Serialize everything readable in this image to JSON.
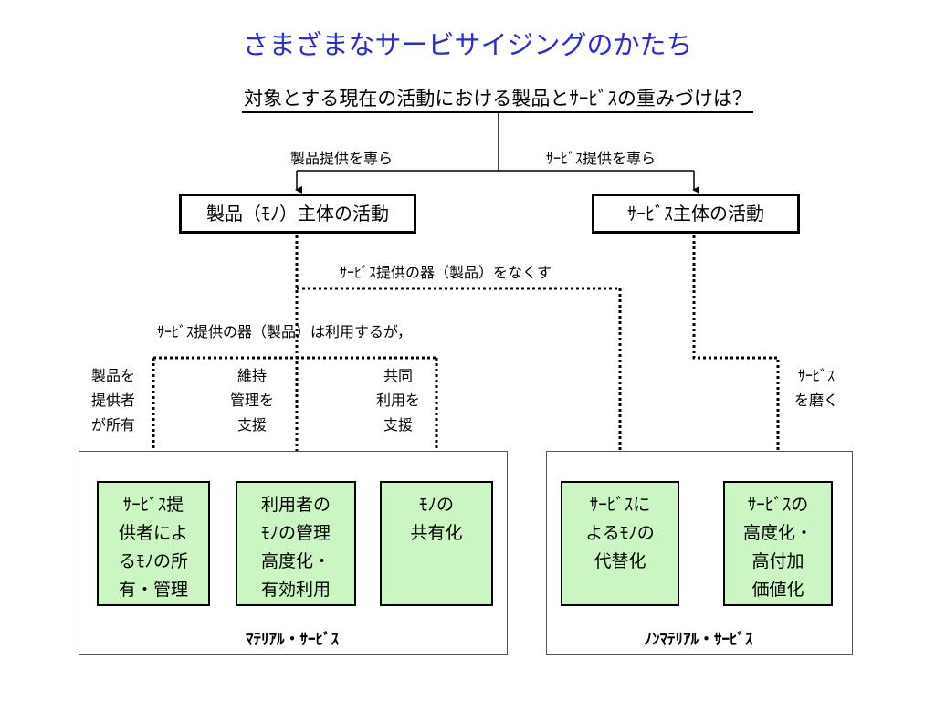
{
  "title": "さまざまなサービサイジングのかたち",
  "question": "対象とする現在の活動における製品とｻｰﾋﾞｽの重みづけは？",
  "branch_left_label": "製品提供を専ら",
  "branch_right_label": "ｻｰﾋﾞｽ提供を専ら",
  "product_activity": "製品（ﾓﾉ）主体の活動",
  "service_activity": "ｻｰﾋﾞｽ主体の活動",
  "remove_container_label": "ｻｰﾋﾞｽ提供の器（製品）をなくす",
  "use_container_label": "ｻｰﾋﾞｽ提供の器（製品）は利用するが，",
  "sub_labels": {
    "provider_owns": [
      "製品を",
      "提供者",
      "が所有"
    ],
    "maintain": [
      "維持",
      "管理を",
      "支援"
    ],
    "share": [
      "共同",
      "利用を",
      "支援"
    ],
    "refine": [
      "ｻｰﾋﾞｽ",
      "を磨く"
    ]
  },
  "material_service": {
    "title": "ﾏﾃﾘｱﾙ・ｻｰﾋﾞｽ",
    "boxes": [
      [
        "ｻｰﾋﾞｽ提",
        "供者によ",
        "るﾓﾉの所",
        "有・管理"
      ],
      [
        "利用者の",
        "ﾓﾉの管理",
        "高度化・",
        "有効利用"
      ],
      [
        "ﾓﾉの",
        "共有化"
      ]
    ]
  },
  "nonmaterial_service": {
    "title": "ﾉﾝﾏﾃﾘｱﾙ・ｻｰﾋﾞｽ",
    "boxes": [
      [
        "ｻｰﾋﾞｽに",
        "よるﾓﾉの",
        "代替化"
      ],
      [
        "ｻｰﾋﾞｽの",
        "高度化・",
        "高付加",
        "価値化"
      ]
    ]
  }
}
